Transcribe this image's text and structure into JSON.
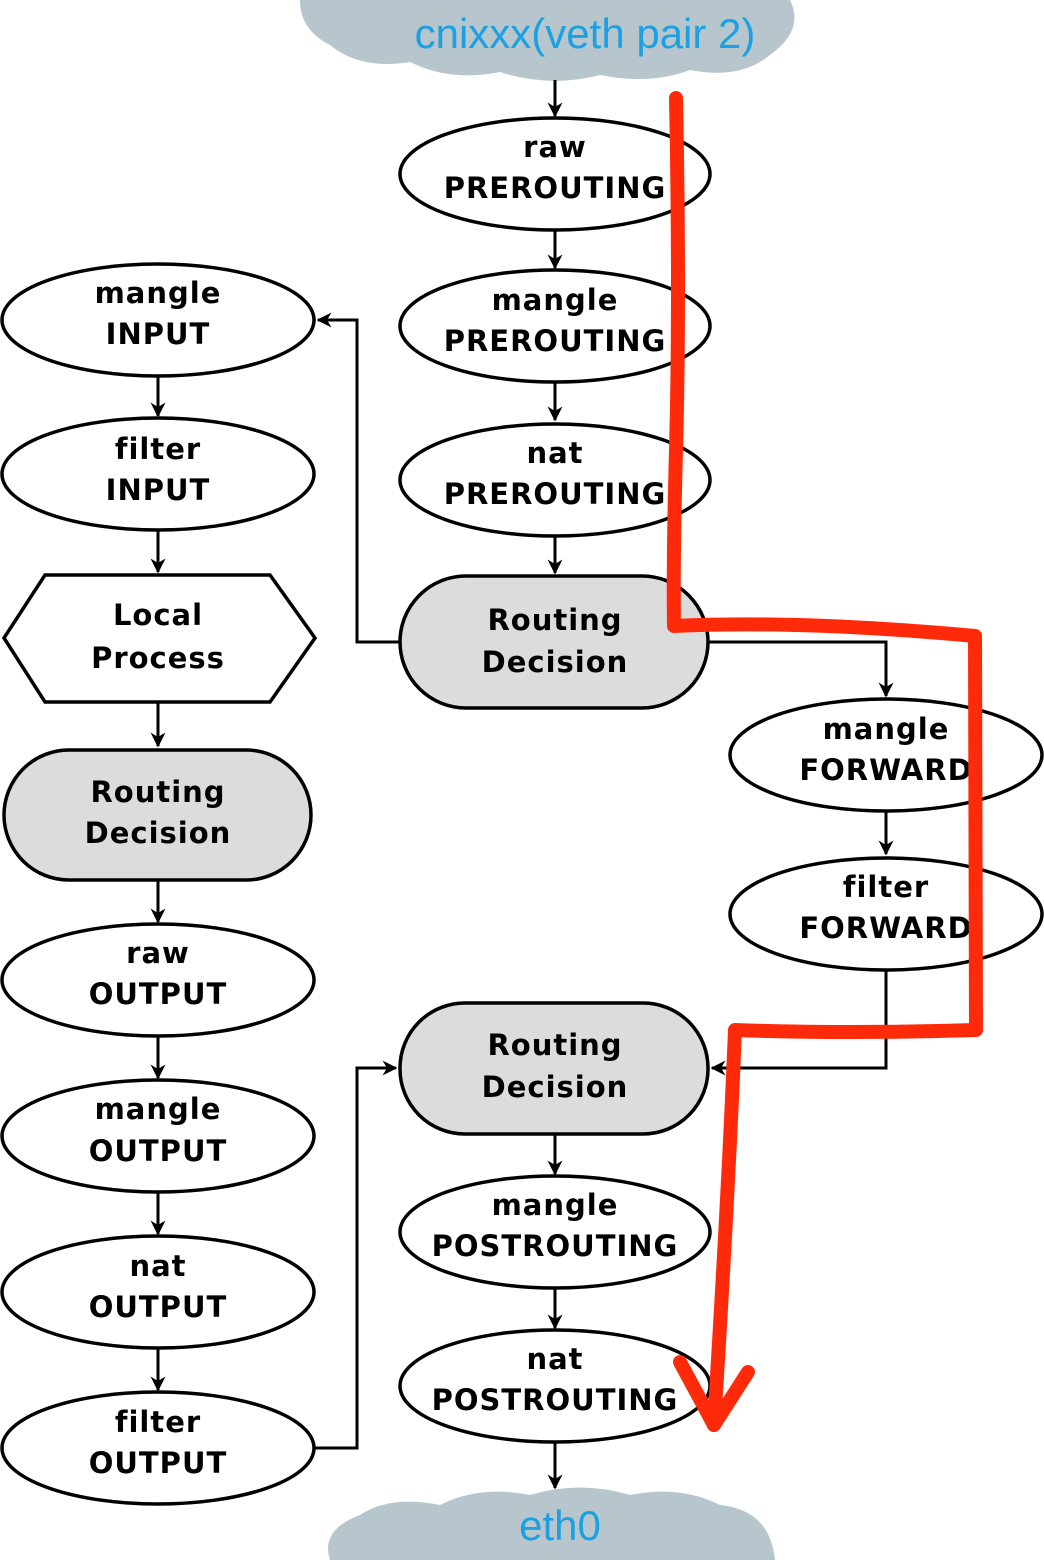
{
  "clouds": {
    "top_label": "cnixxx(veth pair 2)",
    "bottom_label": "eth0"
  },
  "colors": {
    "cloud_fill": "#b7c5cc",
    "cloud_text": "#1ba1e2",
    "decision_fill": "#dcdcdc",
    "annotation_path": "#ff2a0a"
  },
  "nodes": {
    "raw_prerouting": {
      "table": "raw",
      "chain": "PREROUTING"
    },
    "mangle_prerouting": {
      "table": "mangle",
      "chain": "PREROUTING"
    },
    "nat_prerouting": {
      "table": "nat",
      "chain": "PREROUTING"
    },
    "routing_decision_1": {
      "line1": "Routing",
      "line2": "Decision"
    },
    "mangle_input": {
      "table": "mangle",
      "chain": "INPUT"
    },
    "filter_input": {
      "table": "filter",
      "chain": "INPUT"
    },
    "local_process": {
      "line1": "Local",
      "line2": "Process"
    },
    "routing_decision_2": {
      "line1": "Routing",
      "line2": "Decision"
    },
    "raw_output": {
      "table": "raw",
      "chain": "OUTPUT"
    },
    "mangle_output": {
      "table": "mangle",
      "chain": "OUTPUT"
    },
    "nat_output": {
      "table": "nat",
      "chain": "OUTPUT"
    },
    "filter_output": {
      "table": "filter",
      "chain": "OUTPUT"
    },
    "mangle_forward": {
      "table": "mangle",
      "chain": "FORWARD"
    },
    "filter_forward": {
      "table": "filter",
      "chain": "FORWARD"
    },
    "routing_decision_3": {
      "line1": "Routing",
      "line2": "Decision"
    },
    "mangle_postrouting": {
      "table": "mangle",
      "chain": "POSTROUTING"
    },
    "nat_postrouting": {
      "table": "nat",
      "chain": "POSTROUTING"
    }
  }
}
